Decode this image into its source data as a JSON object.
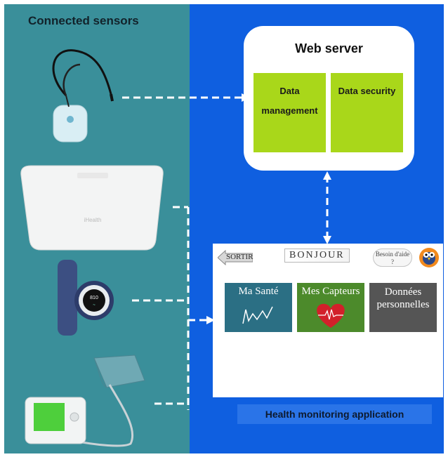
{
  "left_panel": {
    "title": "Connected sensors"
  },
  "web_server": {
    "title": "Web server",
    "box_left": "Data management",
    "box_right": "Data security"
  },
  "app": {
    "back_label": "SORTIR",
    "greeting": "BONJOUR",
    "help_label": "Besoin d'aide ?",
    "tiles": [
      {
        "label": "Ma Santé",
        "color": "#2b6f84"
      },
      {
        "label": "Mes Capteurs",
        "color": "#4c8a2b"
      },
      {
        "label": "Données personnelles",
        "color": "#555555"
      }
    ],
    "caption": "Health monitoring application"
  },
  "colors": {
    "left_bg": "#3a8f9a",
    "right_bg": "#0f5fe0",
    "server_box": "#a9d71a"
  },
  "icons": [
    "pendant-sensor-icon",
    "scale-sensor-icon",
    "watch-sensor-icon",
    "blood-pressure-monitor-icon",
    "help-bird-icon",
    "back-arrow-icon",
    "heartbeat-icon",
    "health-chart-icon"
  ]
}
